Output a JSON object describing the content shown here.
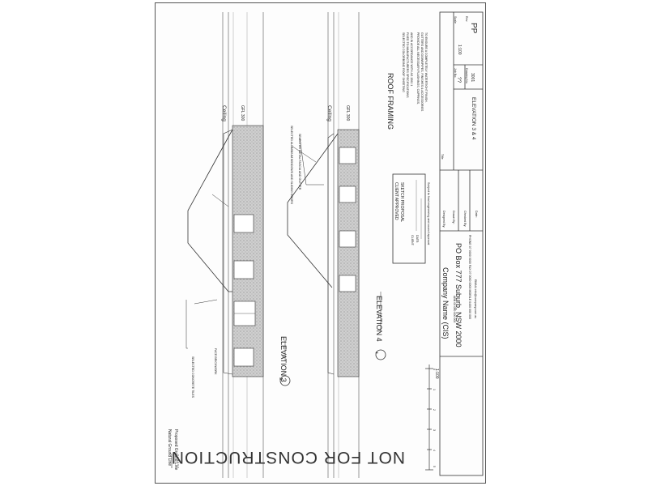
{
  "sheet": {
    "watermark": "NOT FOR CONSTRUCTION",
    "legend": {
      "natural_ground_line": "Natural Ground Line",
      "proposed_ground_line": "Proposed Ground Line"
    },
    "scale_bar_label": "1:100",
    "scale_bar_numbers": [
      "0",
      "1",
      "2",
      "3",
      "4",
      "5"
    ],
    "elevations": [
      {
        "number": "3",
        "title": "ELEVATION 3",
        "ceiling_label": "Ceiling",
        "level_label": "GFL 300",
        "notes": [
          "SELECTED CONCRETE TILES",
          "FACE BRICKWORK"
        ]
      },
      {
        "number": "4",
        "title": "ELEVATION 4",
        "ceiling_label": "Ceiling",
        "level_label": "GFL 300",
        "notes": [
          "SELECTED ALUMINIUM WINDOWS AND SLIDING DOORS",
          "SELECTED METAL FASCIA AND GUTTER"
        ]
      }
    ],
    "roof_framing": {
      "title": "ROOF FRAMING",
      "lines": [
        "SELECTED COLORBOND ROOF SHEETING",
        "FIXED TO MANUFACTURERS SPECIFICATIONS",
        "AND IN ACCORDANCE WITH AS 1562.1",
        "PROVIDE ALL NECESSARY FLASHINGS, CAPPINGS,",
        "GUTTERS AND DOWNPIPES, FINISHES & ACCESSORIES",
        "TO ENSURE A COMPLETELY WATERTIGHT FINISH."
      ]
    },
    "client_approval": {
      "title": "CLIENT APPROVED",
      "subtitle": "SKETCH PROPOSAL",
      "client_label": "CLIENT:",
      "date_label": "DATE:",
      "footnote": "Subject to final engineering and council approval"
    },
    "title_block": {
      "company_name": "Company Name (CIS)",
      "company_sub": "ABN 00 000 000 000",
      "address": "PO Box 777 Suburb, NSW 2000",
      "contact": "PHONE 07 0000 0000  FAX 07 0000 0000  MOBILE 0400 000 000",
      "email": "EMAIL info@company.com.au",
      "fields": {
        "designed_by": "Designed By:",
        "drawn_by": "Drawn By:",
        "checked_by": "Checked By:",
        "date": "Date:",
        "title": "Title",
        "scale": "Scale",
        "job_no": "Job No.",
        "drawing_no": "Drawing No.",
        "rev": "Rev."
      },
      "values": {
        "scale": "1:100",
        "job_no": "??",
        "drawing_no": "3001",
        "rev": "PP",
        "title": "ELEVATION 3 & 4"
      }
    }
  }
}
